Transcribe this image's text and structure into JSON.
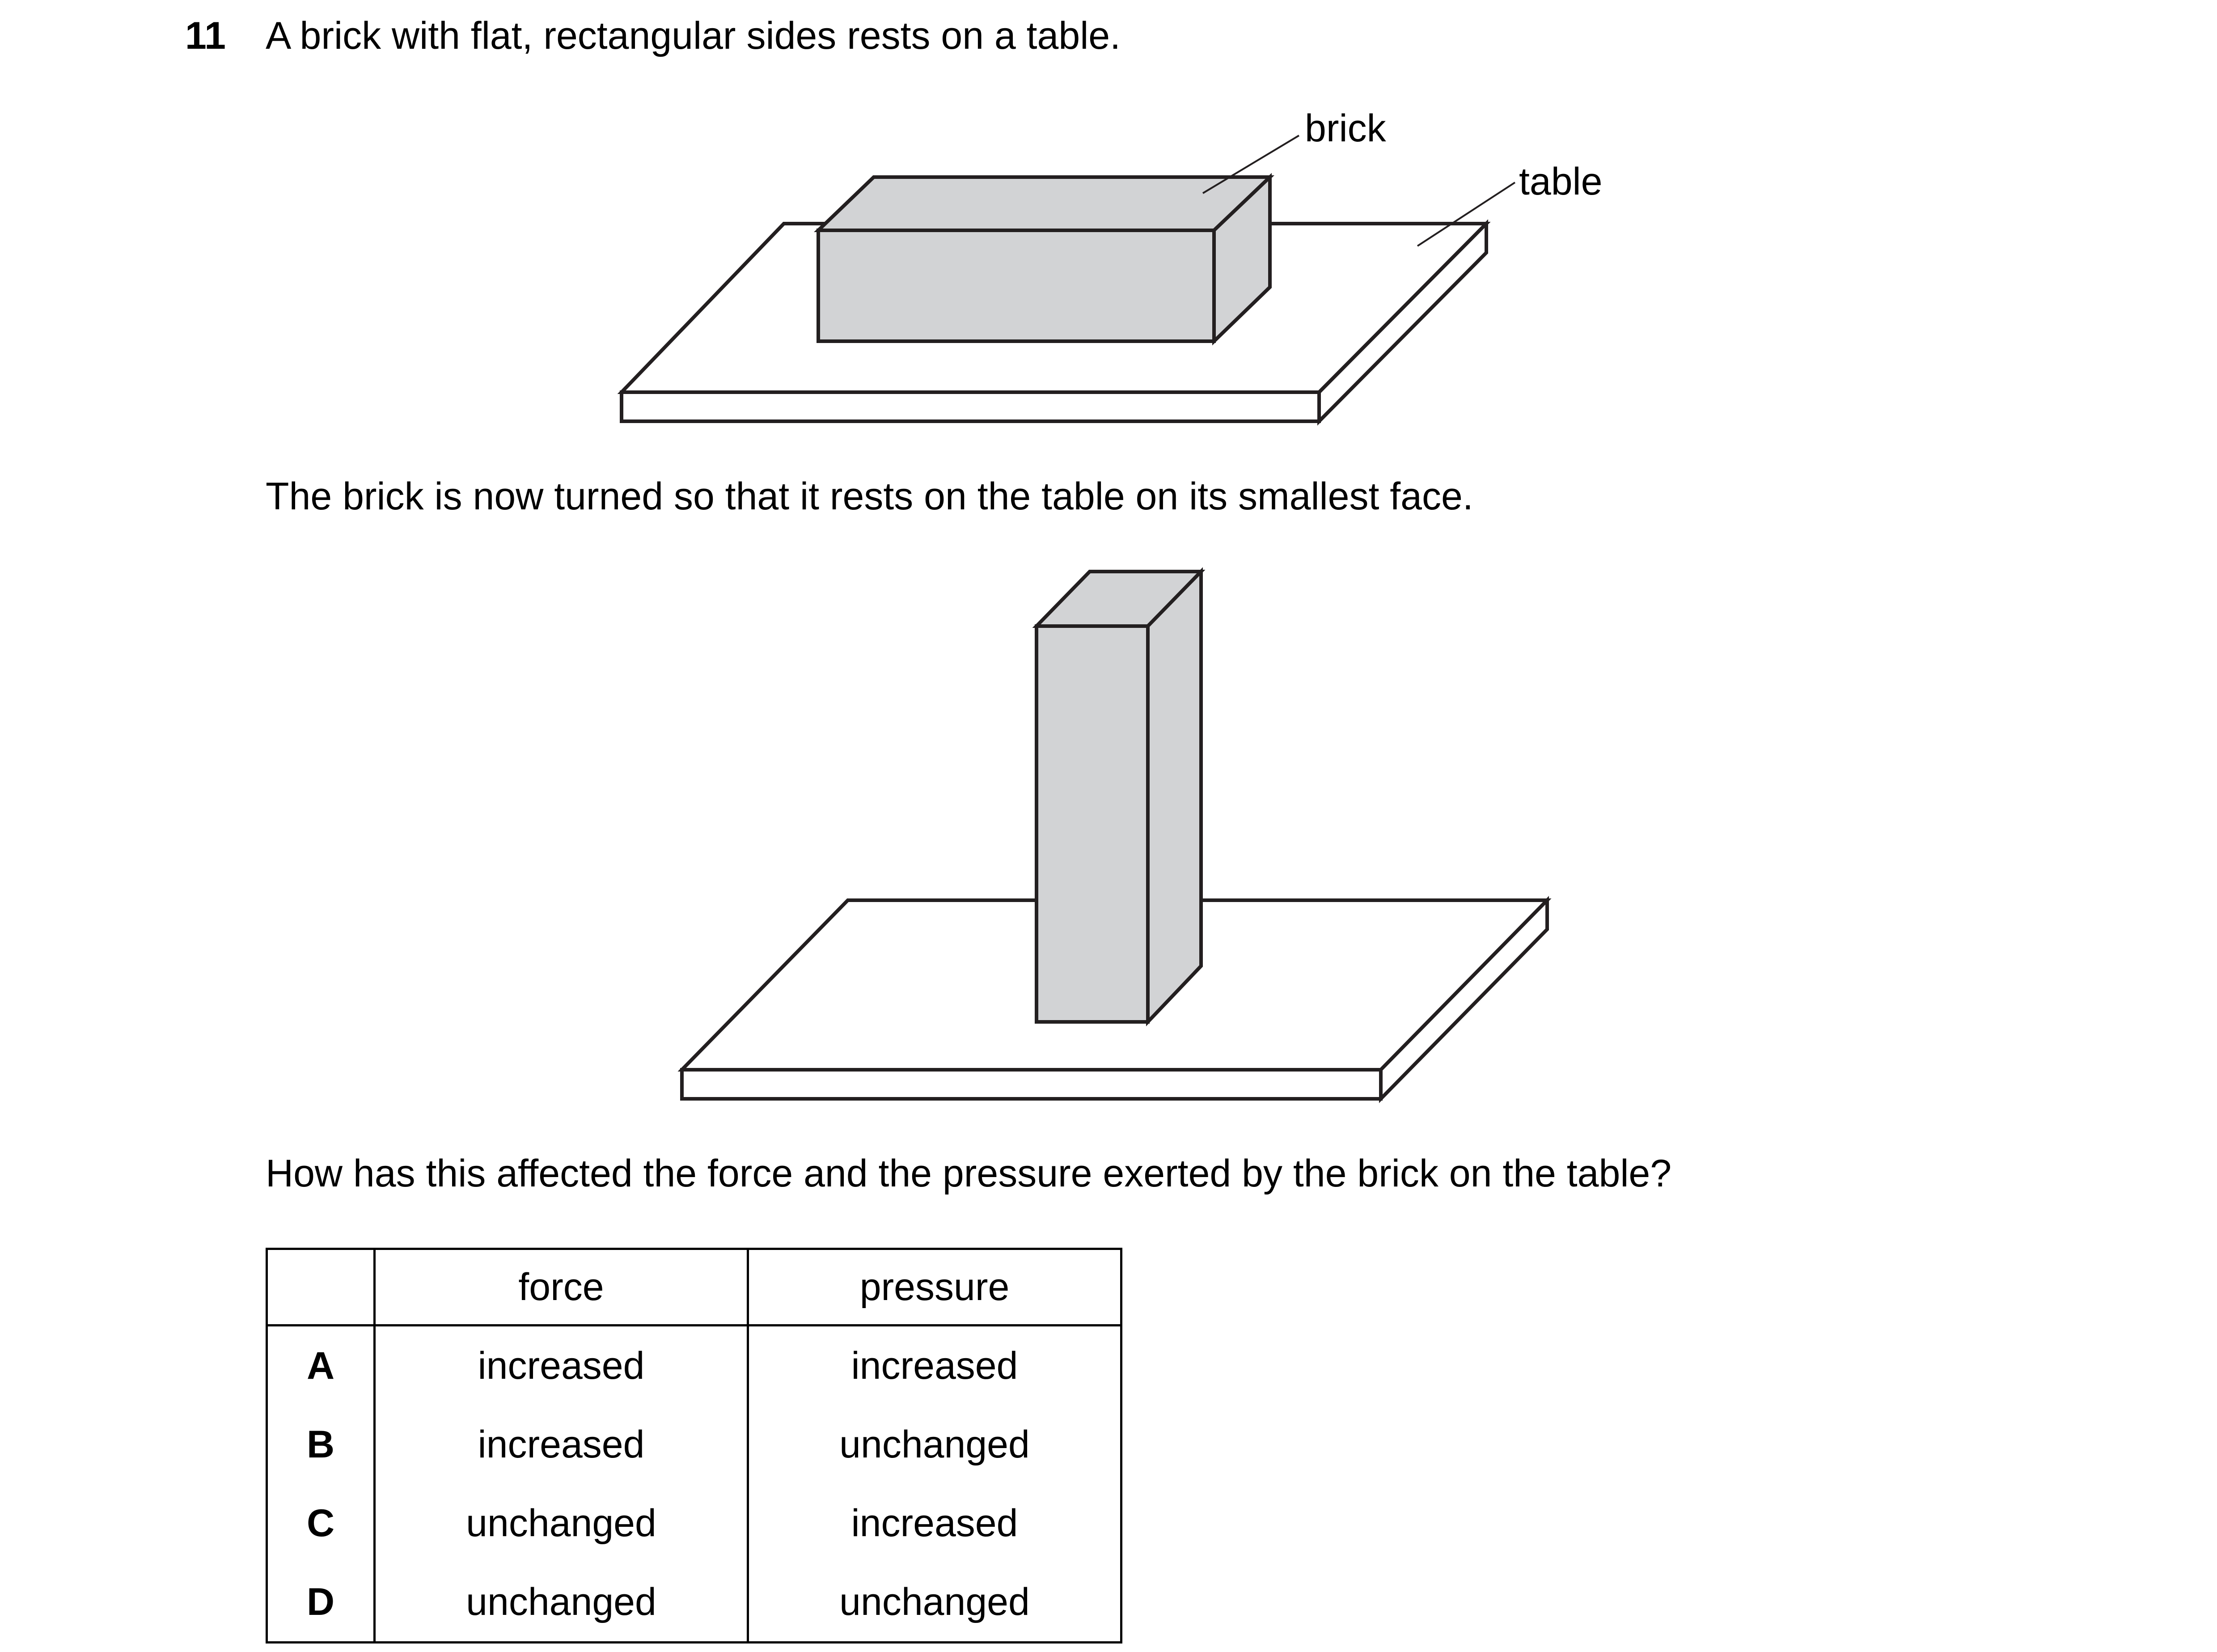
{
  "question": {
    "number": "11",
    "intro": "A brick with flat, rectangular sides rests on a table.",
    "middle": "The brick is now turned so that it rests on the table on its smallest face.",
    "prompt": "How has this affected the force and the pressure exerted by the brick on the table?"
  },
  "figure1": {
    "label_brick": "brick",
    "label_table": "table"
  },
  "colors": {
    "brick_fill": "#d2d3d5",
    "outline": "#231f20",
    "table_fill": "#ffffff"
  },
  "table": {
    "headers": [
      "",
      "force",
      "pressure"
    ],
    "rows": [
      {
        "letter": "A",
        "force": "increased",
        "pressure": "increased"
      },
      {
        "letter": "B",
        "force": "increased",
        "pressure": "unchanged"
      },
      {
        "letter": "C",
        "force": "unchanged",
        "pressure": "increased"
      },
      {
        "letter": "D",
        "force": "unchanged",
        "pressure": "unchanged"
      }
    ]
  }
}
